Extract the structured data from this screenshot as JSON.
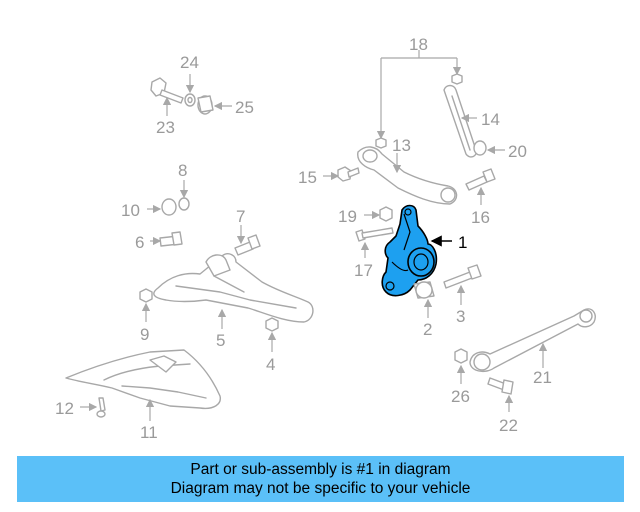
{
  "diagram": {
    "callouts": {
      "c1": "1",
      "c2": "2",
      "c3": "3",
      "c4": "4",
      "c5": "5",
      "c6": "6",
      "c7": "7",
      "c8": "8",
      "c9": "9",
      "c10": "10",
      "c11": "11",
      "c12": "12",
      "c13": "13",
      "c14": "14",
      "c15": "15",
      "c16": "16",
      "c17": "17",
      "c18": "18",
      "c19": "19",
      "c20": "20",
      "c21": "21",
      "c22": "22",
      "c23": "23",
      "c24": "24",
      "c25": "25",
      "c26": "26"
    },
    "highlight_part": "1",
    "colors": {
      "highlight": "#1da0f0",
      "line": "#a8a8a8",
      "banner": "#5bc0f8"
    }
  },
  "banner": {
    "line1": "Part or sub-assembly is #1 in diagram",
    "line2": "Diagram may not be specific to your vehicle"
  }
}
